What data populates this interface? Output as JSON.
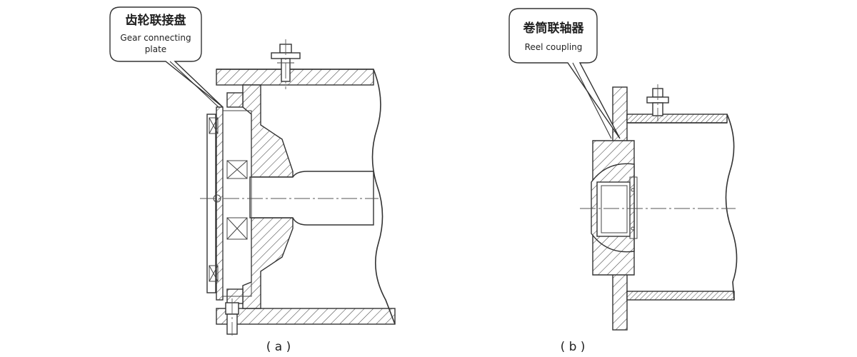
{
  "figure_a": {
    "callout_cn": "齿轮联接盘",
    "callout_en_line1": "Gear connecting",
    "callout_en_line2": "plate",
    "caption": "( a )"
  },
  "figure_b": {
    "callout_cn": "卷筒联轴器",
    "callout_en": "Reel coupling",
    "caption": "( b )"
  }
}
